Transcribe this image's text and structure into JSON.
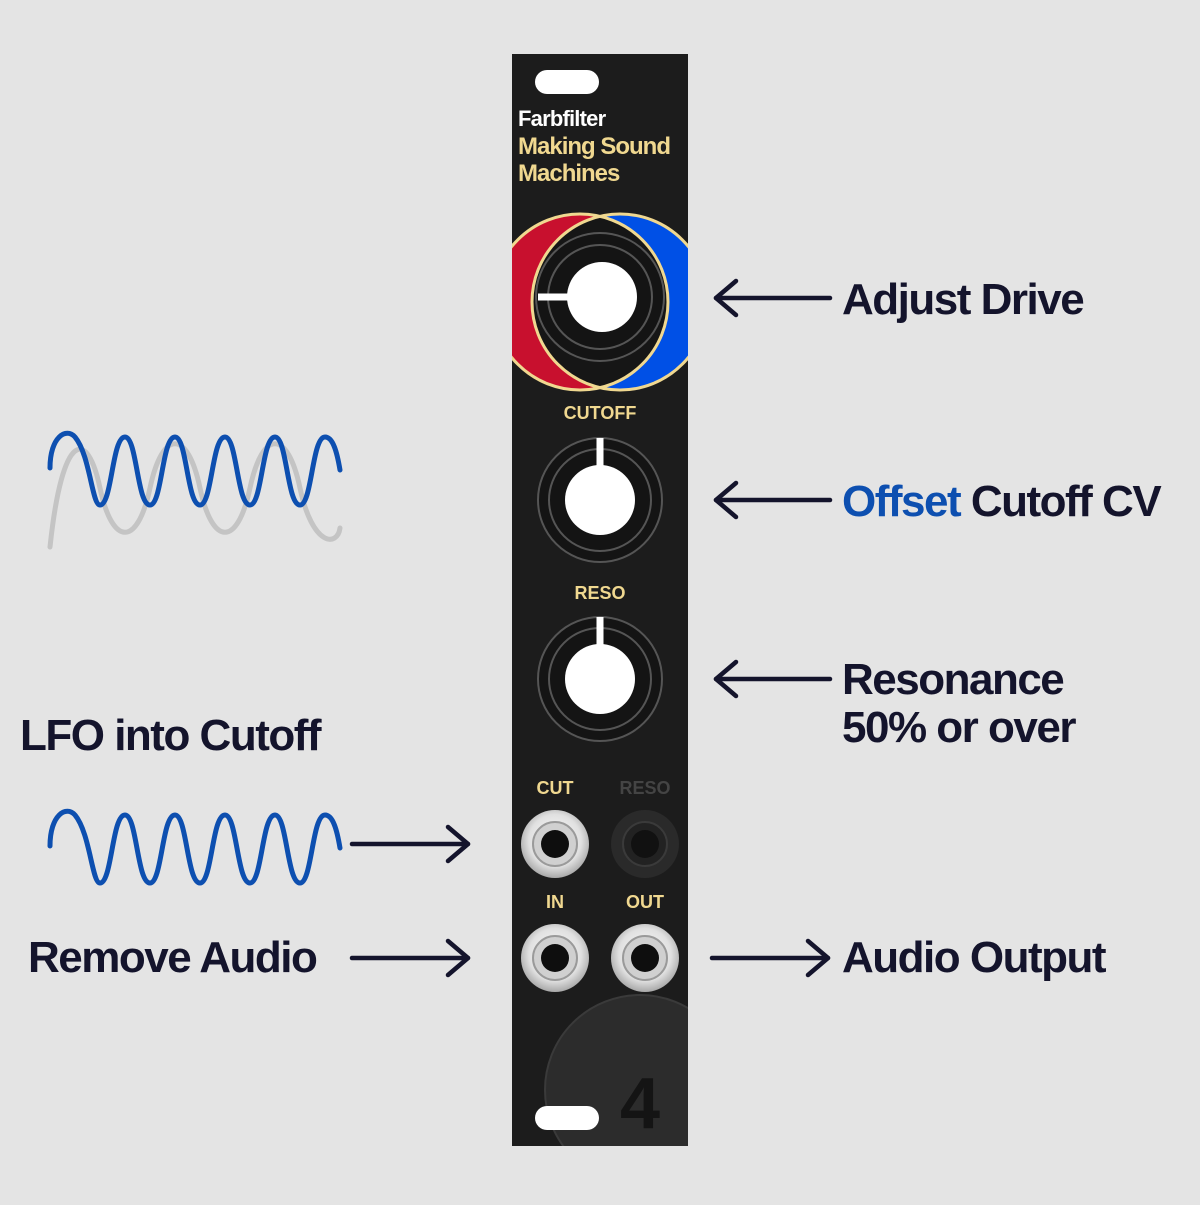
{
  "colors": {
    "background": "#e4e4e4",
    "panel": "#1c1c1c",
    "accent_gold": "#f0d890",
    "accent_blue": "#0d4fb0",
    "circle_red": "#c8102e",
    "circle_blue": "#0050e6",
    "label_dark": "#14142c",
    "wave_blue": "#0d4fb0",
    "wave_gray": "#c4c4c4"
  },
  "panel": {
    "brand": "Farbfilter",
    "subtitle_line1": "Making Sound",
    "subtitle_line2": "Machines",
    "knob_cutoff_label": "CUTOFF",
    "knob_reso_label": "RESO",
    "jack_cut_label": "CUT",
    "jack_reso_label": "RESO",
    "jack_in_label": "IN",
    "jack_out_label": "OUT",
    "badge_number": "4"
  },
  "annotations": {
    "drive": "Adjust Drive",
    "cutoff_accent": "Offset",
    "cutoff_rest": " Cutoff CV",
    "resonance_line1": "Resonance",
    "resonance_line2": "50% or over",
    "lfo": "LFO into Cutoff",
    "remove_audio": "Remove Audio",
    "audio_output": "Audio Output"
  },
  "icons": [
    "mounting-slot-icon",
    "drive-knob-icon",
    "cutoff-knob-icon",
    "reso-knob-icon",
    "jack-icon",
    "arrow-left-icon",
    "arrow-right-icon",
    "sine-wave-icon"
  ]
}
